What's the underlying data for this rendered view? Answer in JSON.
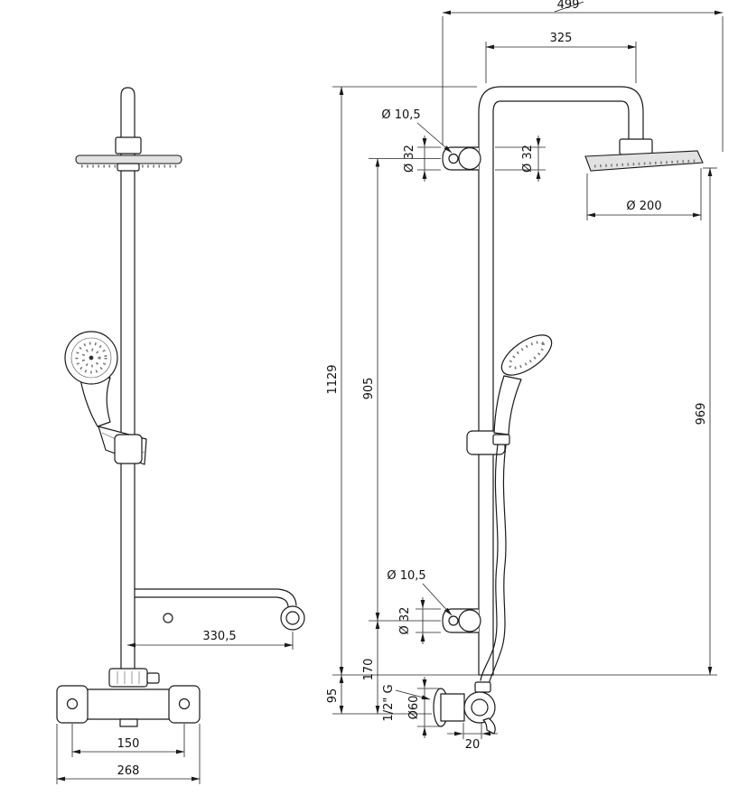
{
  "page": {
    "background": "#ffffff",
    "line_color": "#1a1a1a",
    "disc_fill": "#e2e2e2"
  },
  "front_view": {
    "dim_arm_length": "330,5",
    "dim_connection_spacing": "150",
    "dim_mixer_width": "268"
  },
  "side_view": {
    "dim_total_width": "499",
    "dim_arm_projection": "325",
    "dim_top_hole": "Ø 10,5",
    "dim_top_pipe_left": "Ø 32",
    "dim_top_pipe_right": "Ø 32",
    "dim_head_diameter": "Ø 200",
    "dim_height_total": "1129",
    "dim_height_between_unions": "905",
    "dim_height_right": "969",
    "dim_bottom_hole": "Ø 10,5",
    "dim_bottom_pipe": "Ø 32",
    "dim_union_to_mixer": "170",
    "dim_mixer_drop": "95",
    "dim_thread": "1/2\" G",
    "dim_escutcheon": "Ø60",
    "dim_depth": "20"
  }
}
